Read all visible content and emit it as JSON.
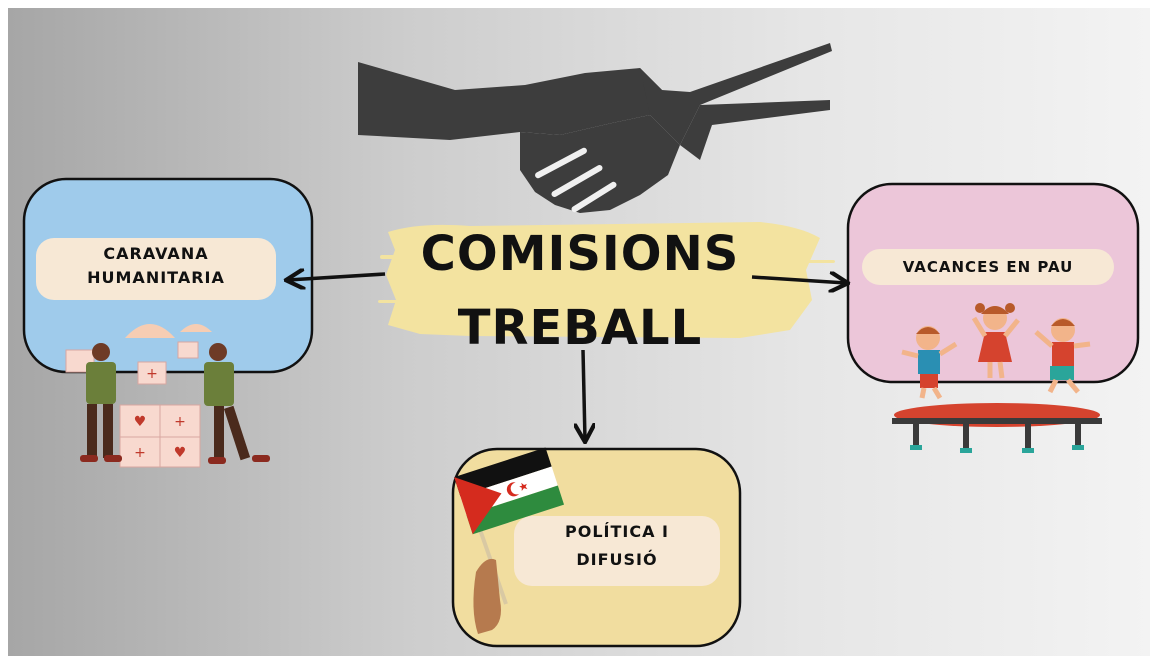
{
  "center_title": {
    "line1": "COMISIONS",
    "line2": "TREBALL"
  },
  "nodes": {
    "caravana": {
      "line1": "CARAVANA",
      "line2": "HUMANITARIA",
      "bg_color": "#9fcbeb"
    },
    "vacances": {
      "label": "VACANCES EN PAU",
      "bg_color": "#ecc6d9"
    },
    "politica": {
      "line1": "POLÍTICA I",
      "line2": "DIFUSIÓ",
      "bg_color": "#f1dd9f"
    }
  },
  "colors": {
    "highlight": "#f3e3a0",
    "pill": "#f7e8d5",
    "ink": "#111111",
    "handshake": "#3d3d3d"
  }
}
